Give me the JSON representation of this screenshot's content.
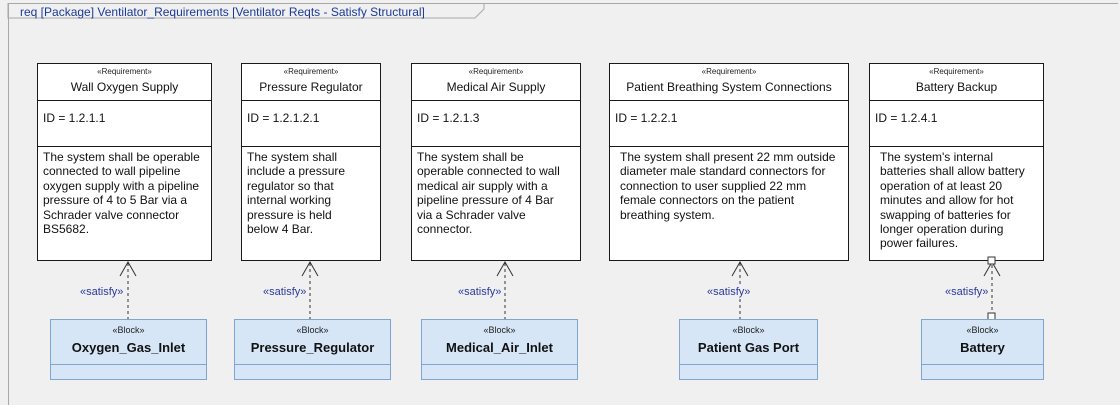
{
  "diagram": {
    "title": "req [Package] Ventilator_Requirements [Ventilator Reqts - Satisfy Structural]"
  },
  "requirements": [
    {
      "stereotype": "«Requirement»",
      "name": "Wall Oxygen Supply",
      "id": "ID = 1.2.1.1",
      "text": "The system shall be operable connected to wall pipeline oxygen supply with a pipeline pressure of 4 to 5 Bar via a Schrader valve connector BS5682."
    },
    {
      "stereotype": "«Requirement»",
      "name": "Pressure Regulator",
      "id": "ID = 1.2.1.2.1",
      "text": "The system shall include a pressure regulator so that internal working pressure is held below 4 Bar."
    },
    {
      "stereotype": "«Requirement»",
      "name": "Medical Air Supply",
      "id": "ID = 1.2.1.3",
      "text": "The system shall be operable connected to wall medical air supply with a pipeline pressure of 4 Bar via a Schrader valve connector."
    },
    {
      "stereotype": "«Requirement»",
      "name": "Patient Breathing System Connections",
      "id": "ID = 1.2.2.1",
      "text": "The system shall present 22 mm outside diameter male standard connectors for connection to user supplied 22 mm female connectors on the patient breathing system."
    },
    {
      "stereotype": "«Requirement»",
      "name": "Battery Backup",
      "id": "ID = 1.2.4.1",
      "text": "The system's internal batteries shall allow battery operation of at least 20 minutes and allow for hot swapping of batteries for longer operation during power failures."
    }
  ],
  "blocks": [
    {
      "stereotype": "«Block»",
      "name": "Oxygen_Gas_Inlet"
    },
    {
      "stereotype": "«Block»",
      "name": "Pressure_Regulator"
    },
    {
      "stereotype": "«Block»",
      "name": "Medical_Air_Inlet"
    },
    {
      "stereotype": "«Block»",
      "name": "Patient Gas Port"
    },
    {
      "stereotype": "«Block»",
      "name": "Battery"
    }
  ],
  "relations": [
    {
      "label": "«satisfy»"
    },
    {
      "label": "«satisfy»"
    },
    {
      "label": "«satisfy»"
    },
    {
      "label": "«satisfy»"
    },
    {
      "label": "«satisfy»"
    }
  ]
}
